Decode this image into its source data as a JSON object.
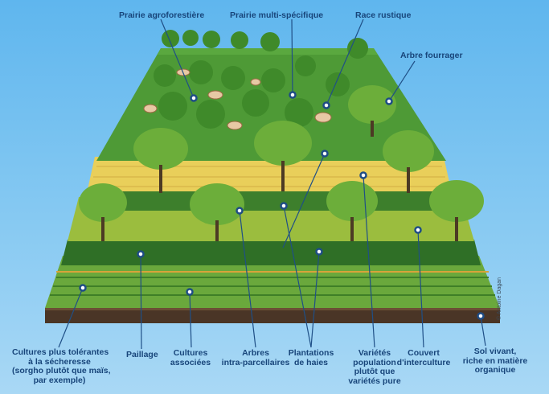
{
  "labels": {
    "prairie_agroforestiere": "Prairie agroforestière",
    "prairie_multispecifique": "Prairie multi-spécifique",
    "race_rustique": "Race rustique",
    "arbre_fourrager": "Arbre fourrager",
    "cultures_tolerantes": [
      "Cultures plus tolérantes",
      "à la sécheresse",
      "(sorgho plutôt que maïs,",
      "par exemple)"
    ],
    "paillage": "Paillage",
    "cultures_associees": [
      "Cultures",
      "associées"
    ],
    "arbres_intraparcellaires": [
      "Arbres",
      "intra-parcellaires"
    ],
    "plantations_haies": [
      "Plantations",
      "de haies"
    ],
    "varietes_population": [
      "Variétés",
      "population",
      "plutôt que",
      "variétés pure"
    ],
    "couvert_interculture": [
      "Couvert",
      "d'interculture"
    ],
    "sol_vivant": [
      "Sol vivant,",
      "riche en matière",
      "organique"
    ]
  },
  "credit": "© Antoine Dagan",
  "colors": {
    "label_text": "#18457a",
    "leader_line": "#1f4f86",
    "marker": "#1e4c85",
    "meadow": "#4e9a36",
    "crop_band": "#e9cf5a",
    "soil": "#4a3526",
    "tree_canopy": "#3f8a2a"
  }
}
